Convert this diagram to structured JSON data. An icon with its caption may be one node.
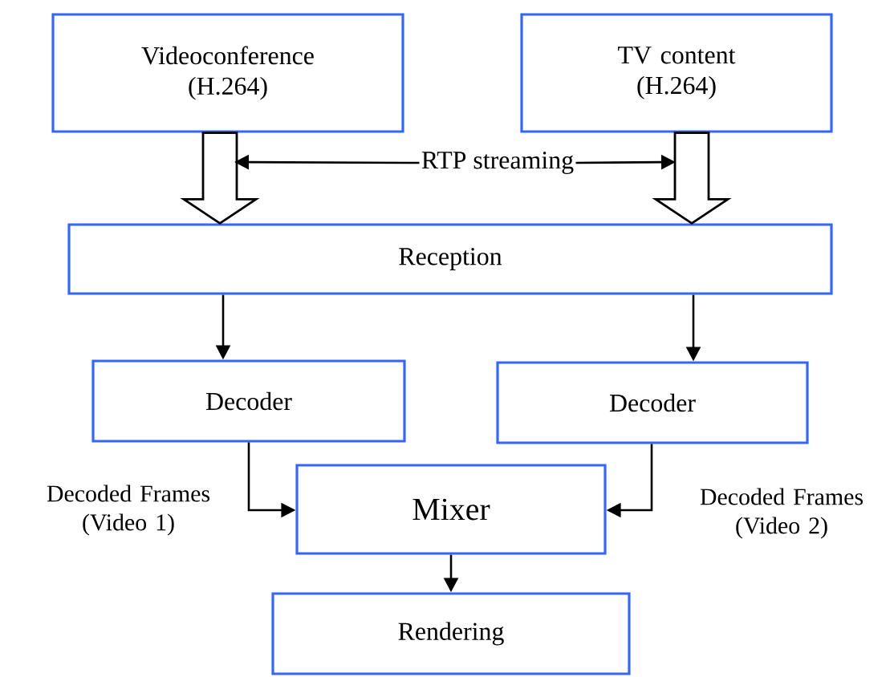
{
  "diagram": {
    "nodes": [
      {
        "text": [
          "Videoconference (H.264)"
        ]
      },
      {
        "text": [
          "TV content (H.264)"
        ]
      },
      {
        "text": [
          "Reception"
        ]
      },
      {
        "text": [
          "Decoder"
        ]
      },
      {
        "text": [
          "Decoder"
        ]
      },
      {
        "text": [
          "Mixer"
        ]
      },
      {
        "text": [
          "Rendering"
        ]
      },
      {
        "text": [
          "RTP streaming"
        ]
      }
    ],
    "edges": [
      {
        "from": 0,
        "to": 2,
        "arrow": "to",
        "style": "thick"
      },
      {
        "from": 1,
        "to": 2,
        "arrow": "to",
        "style": "thick"
      },
      {
        "from": 7,
        "to": null,
        "arrow": "to"
      },
      {
        "from": 7,
        "to": null,
        "arrow": "to"
      },
      {
        "from": 2,
        "to": 3,
        "arrow": "to"
      },
      {
        "from": 2,
        "to": 4,
        "arrow": "to"
      },
      {
        "from": 3,
        "to": 5,
        "arrow": "to",
        "label": "Decoded Frames (Video 1)"
      },
      {
        "from": 4,
        "to": 5,
        "arrow": "to",
        "label": "Decoded Frames (Video 2)"
      },
      {
        "from": 5,
        "to": 6,
        "arrow": "to"
      }
    ]
  }
}
